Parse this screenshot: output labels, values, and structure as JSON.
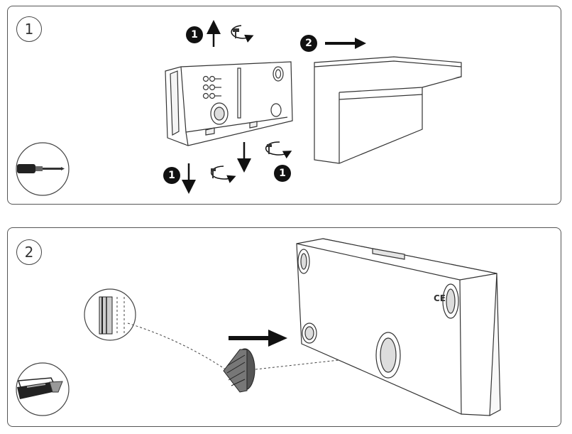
{
  "panel1": {
    "step_number": "1",
    "callouts": [
      "1",
      "2",
      "1",
      "1"
    ]
  },
  "panel2": {
    "step_number": "2"
  },
  "markings": {
    "housing_label": "CE"
  },
  "icons": {
    "tool_panel1": "screwdriver-icon",
    "tool_panel2": "utility-knife-icon"
  }
}
